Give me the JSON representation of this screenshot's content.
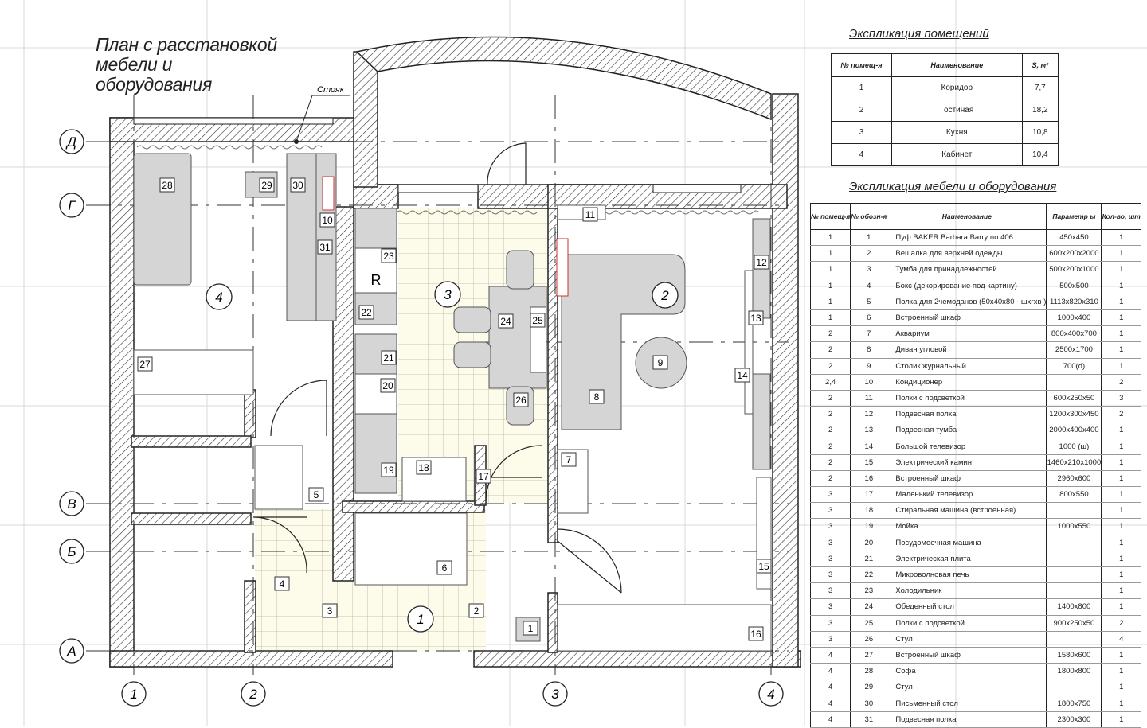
{
  "title_lines": [
    "План с расстановкой",
    "мебели и",
    "оборудования"
  ],
  "riser_label": "Стояк",
  "axes": {
    "rows": [
      "Д",
      "Г",
      "В",
      "Б",
      "А"
    ],
    "cols": [
      "1",
      "2",
      "3",
      "4"
    ]
  },
  "room_markers": [
    "1",
    "2",
    "3",
    "4"
  ],
  "furniture_labels": [
    "1",
    "2",
    "3",
    "4",
    "5",
    "6",
    "7",
    "8",
    "9",
    "10",
    "11",
    "12",
    "13",
    "14",
    "15",
    "16",
    "17",
    "18",
    "19",
    "20",
    "21",
    "22",
    "23",
    "24",
    "25",
    "26",
    "27",
    "28",
    "29",
    "30",
    "31",
    "R"
  ],
  "rooms_table": {
    "caption": "Экспликация помещений",
    "headers": [
      "№ помещ-я",
      "Наименование",
      "S, м²"
    ],
    "rows": [
      [
        "1",
        "Коридор",
        "7,7"
      ],
      [
        "2",
        "Гостиная",
        "18,2"
      ],
      [
        "3",
        "Кухня",
        "10,8"
      ],
      [
        "4",
        "Кабинет",
        "10,4"
      ]
    ]
  },
  "furniture_table": {
    "caption": "Экспликация мебели и оборудования",
    "headers": [
      "№ помещ-я",
      "№ обозн-я",
      "Наименование",
      "Параметр ы",
      "Кол-во, шт"
    ],
    "rows": [
      [
        "1",
        "1",
        "Пуф BAKER Barbara Barry no.406",
        "450x450",
        "1"
      ],
      [
        "1",
        "2",
        "Вешалка для верхней одежды",
        "600x200x2000",
        "1"
      ],
      [
        "1",
        "3",
        "Тумба для принадлежностей",
        "500x200x1000",
        "1"
      ],
      [
        "1",
        "4",
        "Бокс (декорирование под картину)",
        "500x500",
        "1"
      ],
      [
        "1",
        "5",
        "Полка для 2чемоданов (50x40x80 - шхгхв )",
        "1113x820x310",
        "1"
      ],
      [
        "1",
        "6",
        "Встроенный шкаф",
        "1000x400",
        "1"
      ],
      [
        "2",
        "7",
        "Аквариум",
        "800x400x700",
        "1"
      ],
      [
        "2",
        "8",
        "Диван угловой",
        "2500x1700",
        "1"
      ],
      [
        "2",
        "9",
        "Столик журнальный",
        "700(d)",
        "1"
      ],
      [
        "2,4",
        "10",
        "Кондиционер",
        "",
        "2"
      ],
      [
        "2",
        "11",
        "Полки с подсветкой",
        "600x250x50",
        "3"
      ],
      [
        "2",
        "12",
        "Подвесная полка",
        "1200x300x450",
        "2"
      ],
      [
        "2",
        "13",
        "Подвесная тумба",
        "2000x400x400",
        "1"
      ],
      [
        "2",
        "14",
        "Большой телевизор",
        "1000 (ш)",
        "1"
      ],
      [
        "2",
        "15",
        "Электрический камин",
        "1460x210x1000",
        "1"
      ],
      [
        "2",
        "16",
        "Встроенный шкаф",
        "2960x600",
        "1"
      ],
      [
        "3",
        "17",
        "Маленький телевизор",
        "800x550",
        "1"
      ],
      [
        "3",
        "18",
        "Стиральная машина (встроенная)",
        "",
        "1"
      ],
      [
        "3",
        "19",
        "Мойка",
        "1000x550",
        "1"
      ],
      [
        "3",
        "20",
        "Посудомоечная машина",
        "",
        "1"
      ],
      [
        "3",
        "21",
        "Электрическая плита",
        "",
        "1"
      ],
      [
        "3",
        "22",
        "Микроволновая печь",
        "",
        "1"
      ],
      [
        "3",
        "23",
        "Холодильник",
        "",
        "1"
      ],
      [
        "3",
        "24",
        "Обеденный стол",
        "1400x800",
        "1"
      ],
      [
        "3",
        "25",
        "Полки с подсветкой",
        "900x250x50",
        "2"
      ],
      [
        "3",
        "26",
        "Стул",
        "",
        "4"
      ],
      [
        "4",
        "27",
        "Встроенный шкаф",
        "1580x600",
        "1"
      ],
      [
        "4",
        "28",
        "Софа",
        "1800x800",
        "1"
      ],
      [
        "4",
        "29",
        "Стул",
        "",
        "1"
      ],
      [
        "4",
        "30",
        "Письменный стол",
        "1800x750",
        "1"
      ],
      [
        "4",
        "31",
        "Подвесная полка",
        "2300x300",
        "1"
      ]
    ]
  }
}
